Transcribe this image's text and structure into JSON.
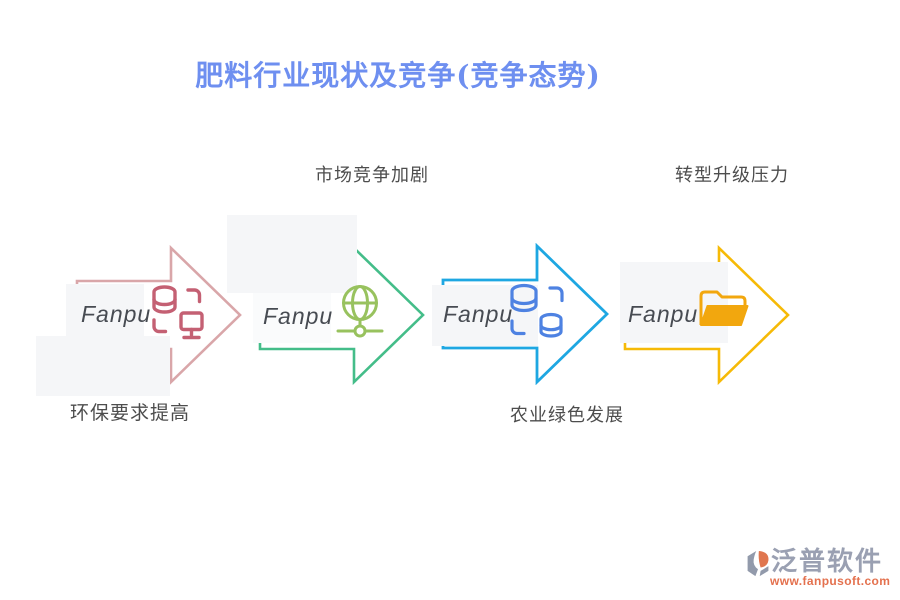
{
  "title": {
    "text": "肥料行业现状及竞争(竞争态势)",
    "color": "#6e8ff0"
  },
  "steps": [
    {
      "brand": "Fanpu",
      "label": "环保要求提高",
      "label_position": "bottom",
      "arrow_color": "#d9a6a9",
      "icon": "database-monitor-icon",
      "icon_color": "#c4607326"
    },
    {
      "brand": "Fanpu",
      "label": "市场竞争加剧",
      "label_position": "top",
      "arrow_color": "#44bd89",
      "icon": "globe-network-icon",
      "icon_color": "#98c25e"
    },
    {
      "brand": "Fanpu",
      "label": "农业绿色发展",
      "label_position": "bottom",
      "arrow_color": "#1ea7e2",
      "icon": "database-sync-icon",
      "icon_color": "#4e82e2"
    },
    {
      "brand": "Fanpu",
      "label": "转型升级压力",
      "label_position": "top",
      "arrow_color": "#f6ba07",
      "icon": "folder-icon",
      "icon_color": "#f2a70e"
    }
  ],
  "icon_colors": {
    "step1": "#c46073",
    "step2": "#98c25e",
    "step3": "#4e82e2",
    "step4": "#f2a70e"
  },
  "text_color": "#4d4d4d",
  "panel_color": "#f5f6f8",
  "footer": {
    "logo_text": "泛普软件",
    "website": "www.fanpusoft.com",
    "logo_text_color": "#9aa0b2",
    "website_color": "#e4714e",
    "logo_gray": "#929aab",
    "logo_orange": "#e0764f"
  }
}
